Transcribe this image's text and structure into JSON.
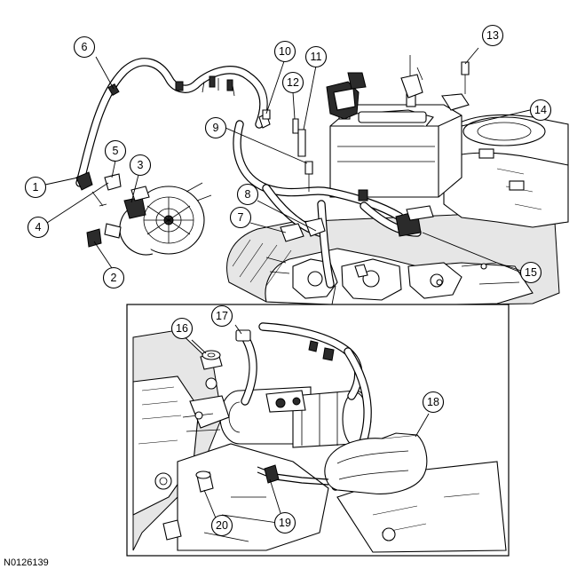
{
  "figure_id": "N0126139",
  "callouts": [
    "1",
    "2",
    "3",
    "4",
    "5",
    "6",
    "7",
    "8",
    "9",
    "10",
    "11",
    "12",
    "13",
    "14",
    "15",
    "16",
    "17",
    "18",
    "19",
    "20"
  ]
}
